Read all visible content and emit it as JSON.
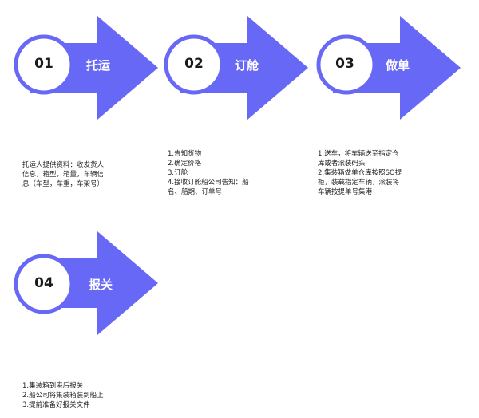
{
  "colors": {
    "arrow": "#6868f7",
    "circle_border": "#6868f7",
    "circle_fill": "#ffffff",
    "text": "#222222"
  },
  "steps": [
    {
      "number": "01",
      "label": "托运",
      "description": "托运人提供资料：收发货人\n信息，箱型，箱量，车辆信\n息（车型，车重，车架号）"
    },
    {
      "number": "02",
      "label": "订舱",
      "description": "1.告知货物\n2.确定价格\n3.订舱\n4.接收订舱船公司告知：船\n名、船期、订单号"
    },
    {
      "number": "03",
      "label": "做单",
      "description": "1.送车，将车辆送至指定仓\n库或者滚装码头\n2.集装箱做单仓库按照SO提\n柜，装载指定车辆，滚装将\n车辆按提单号集港"
    },
    {
      "number": "04",
      "label": "报关",
      "description": "1.集装箱到港后报关\n2.船公司将集装箱装到船上\n3.提前准备好报关文件"
    }
  ]
}
